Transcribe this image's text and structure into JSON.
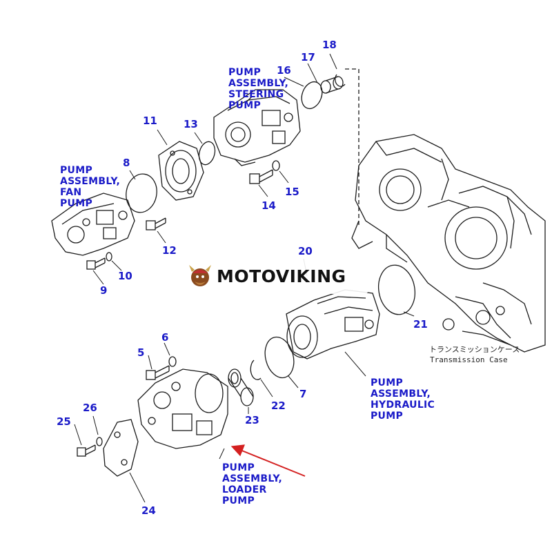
{
  "parts": {
    "p5": "5",
    "p6": "6",
    "p7": "7",
    "p8": "8",
    "p9": "9",
    "p10": "10",
    "p11": "11",
    "p12": "12",
    "p13": "13",
    "p14": "14",
    "p15": "15",
    "p16": "16",
    "p17": "17",
    "p18": "18",
    "p20": "20",
    "p21": "21",
    "p22": "22",
    "p23": "23",
    "p24": "24",
    "p25": "25",
    "p26": "26"
  },
  "callouts": {
    "steering": [
      "PUMP",
      "ASSEMBLY,",
      "STEERING",
      "PUMP"
    ],
    "fan": [
      "PUMP",
      "ASSEMBLY,",
      "FAN",
      "PUMP"
    ],
    "hydraulic": [
      "PUMP",
      "ASSEMBLY,",
      "HYDRAULIC",
      "PUMP"
    ],
    "loader": [
      "PUMP",
      "ASSEMBLY,",
      "LOADER",
      "PUMP"
    ]
  },
  "transmission_case": {
    "jp": "トランスミッションケース",
    "en": "Transmission Case"
  },
  "watermark": {
    "brand": "MOTOVIKING"
  },
  "colors": {
    "part_label": "#1a1ac8",
    "arrow": "#d42020",
    "linework": "#1a1a1a"
  }
}
